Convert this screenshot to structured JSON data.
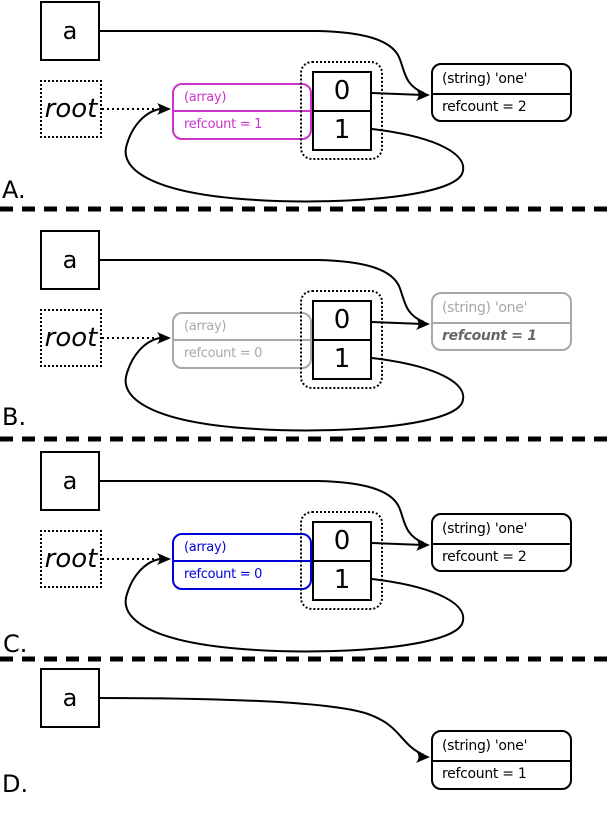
{
  "diagram_title": "reference-counting garbage collection steps",
  "colors": {
    "black": "#000000",
    "magenta": "#cc33cc",
    "gray": "#a8a8a8",
    "blue": "#0000dd",
    "emphasis_gray": "#666666"
  },
  "sections": [
    {
      "label": "A.",
      "var_box": {
        "label": "a"
      },
      "root_box": {
        "label": "root"
      },
      "array_box": {
        "type_label": "(array)",
        "refcount_label": "refcount = 1",
        "color": "#cc33cc"
      },
      "cells": {
        "slot0": "0",
        "slot1": "1"
      },
      "string_box": {
        "type_label": "(string) 'one'",
        "refcount_label": "refcount = 2",
        "color": "#000000"
      }
    },
    {
      "label": "B.",
      "var_box": {
        "label": "a"
      },
      "root_box": {
        "label": "root"
      },
      "array_box": {
        "type_label": "(array)",
        "refcount_label": "refcount = 0",
        "color": "#a8a8a8"
      },
      "cells": {
        "slot0": "0",
        "slot1": "1"
      },
      "string_box": {
        "type_label": "(string) 'one'",
        "refcount_label": "refcount = 1",
        "color": "#a8a8a8"
      }
    },
    {
      "label": "C.",
      "var_box": {
        "label": "a"
      },
      "root_box": {
        "label": "root"
      },
      "array_box": {
        "type_label": "(array)",
        "refcount_label": "refcount = 0",
        "color": "#0000dd"
      },
      "cells": {
        "slot0": "0",
        "slot1": "1"
      },
      "string_box": {
        "type_label": "(string) 'one'",
        "refcount_label": "refcount = 2",
        "color": "#000000"
      }
    },
    {
      "label": "D.",
      "var_box": {
        "label": "a"
      },
      "string_box": {
        "type_label": "(string) 'one'",
        "refcount_label": "refcount = 1",
        "color": "#000000"
      }
    }
  ]
}
